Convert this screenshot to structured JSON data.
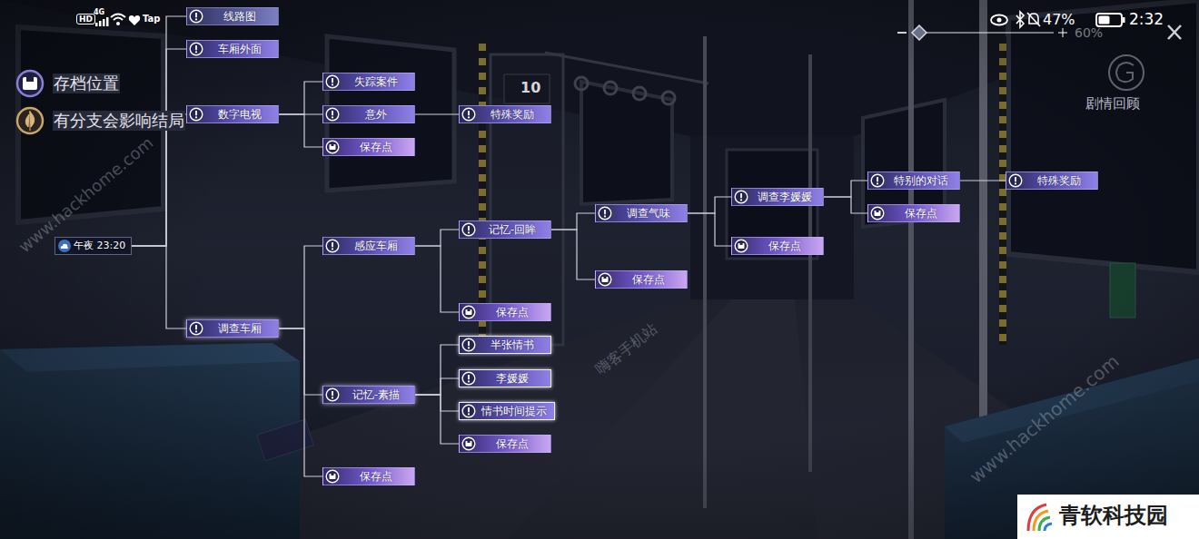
{
  "diagram": {
    "nodes": [
      {
        "text": [
          "午夜 23:20"
        ]
      },
      {
        "text": [
          "线路图"
        ]
      },
      {
        "text": [
          "车厢外面"
        ]
      },
      {
        "text": [
          "数字电视"
        ]
      },
      {
        "text": [
          "失踪案件"
        ]
      },
      {
        "text": [
          "意外"
        ]
      },
      {
        "text": [
          "特殊奖励"
        ]
      },
      {
        "text": [
          "保存点"
        ]
      },
      {
        "text": [
          "调查车厢"
        ]
      },
      {
        "text": [
          "感应车厢"
        ]
      },
      {
        "text": [
          "记忆-回眸"
        ]
      },
      {
        "text": [
          "保存点"
        ]
      },
      {
        "text": [
          "调查气味"
        ]
      },
      {
        "text": [
          "保存点"
        ]
      },
      {
        "text": [
          "调查李媛媛"
        ]
      },
      {
        "text": [
          "保存点"
        ]
      },
      {
        "text": [
          "特别的对话"
        ]
      },
      {
        "text": [
          "保存点"
        ]
      },
      {
        "text": [
          "特殊奖励"
        ]
      },
      {
        "text": [
          "记忆-素描"
        ]
      },
      {
        "text": [
          "半张情书"
        ]
      },
      {
        "text": [
          "李媛媛"
        ]
      },
      {
        "text": [
          "情书时间提示"
        ]
      },
      {
        "text": [
          "保存点"
        ]
      },
      {
        "text": [
          "保存点"
        ]
      }
    ],
    "edges": [
      {
        "from": 0,
        "to": 1,
        "arrow": "none"
      },
      {
        "from": 0,
        "to": 2,
        "arrow": "none"
      },
      {
        "from": 0,
        "to": 3,
        "arrow": "none"
      },
      {
        "from": 0,
        "to": 8,
        "arrow": "none"
      },
      {
        "from": 3,
        "to": 4,
        "arrow": "none"
      },
      {
        "from": 3,
        "to": 5,
        "arrow": "none"
      },
      {
        "from": 3,
        "to": 7,
        "arrow": "none"
      },
      {
        "from": 5,
        "to": 6,
        "arrow": "none"
      },
      {
        "from": 8,
        "to": 9,
        "arrow": "none"
      },
      {
        "from": 8,
        "to": 19,
        "arrow": "none"
      },
      {
        "from": 8,
        "to": 24,
        "arrow": "none"
      },
      {
        "from": 9,
        "to": 10,
        "arrow": "none"
      },
      {
        "from": 9,
        "to": 11,
        "arrow": "none"
      },
      {
        "from": 10,
        "to": 12,
        "arrow": "none"
      },
      {
        "from": 10,
        "to": 13,
        "arrow": "none"
      },
      {
        "from": 12,
        "to": 14,
        "arrow": "none"
      },
      {
        "from": 12,
        "to": 15,
        "arrow": "none"
      },
      {
        "from": 14,
        "to": 16,
        "arrow": "none"
      },
      {
        "from": 14,
        "to": 17,
        "arrow": "none"
      },
      {
        "from": 16,
        "to": 18,
        "arrow": "none"
      },
      {
        "from": 19,
        "to": 20,
        "arrow": "none"
      },
      {
        "from": 19,
        "to": 21,
        "arrow": "none"
      },
      {
        "from": 19,
        "to": 22,
        "arrow": "none"
      },
      {
        "from": 19,
        "to": 23,
        "arrow": "none"
      }
    ],
    "labels": [
      "HD",
      "4G",
      "Tap",
      "47%",
      "2:32",
      "60%",
      "剧情回顾",
      "10",
      "www.hackhome.com",
      "嗨客手机站",
      "www.hackhome.com",
      "青软科技园"
    ],
    "legend": [
      {
        "text": "存档位置"
      },
      {
        "text": "有分支会影响结局"
      }
    ]
  }
}
